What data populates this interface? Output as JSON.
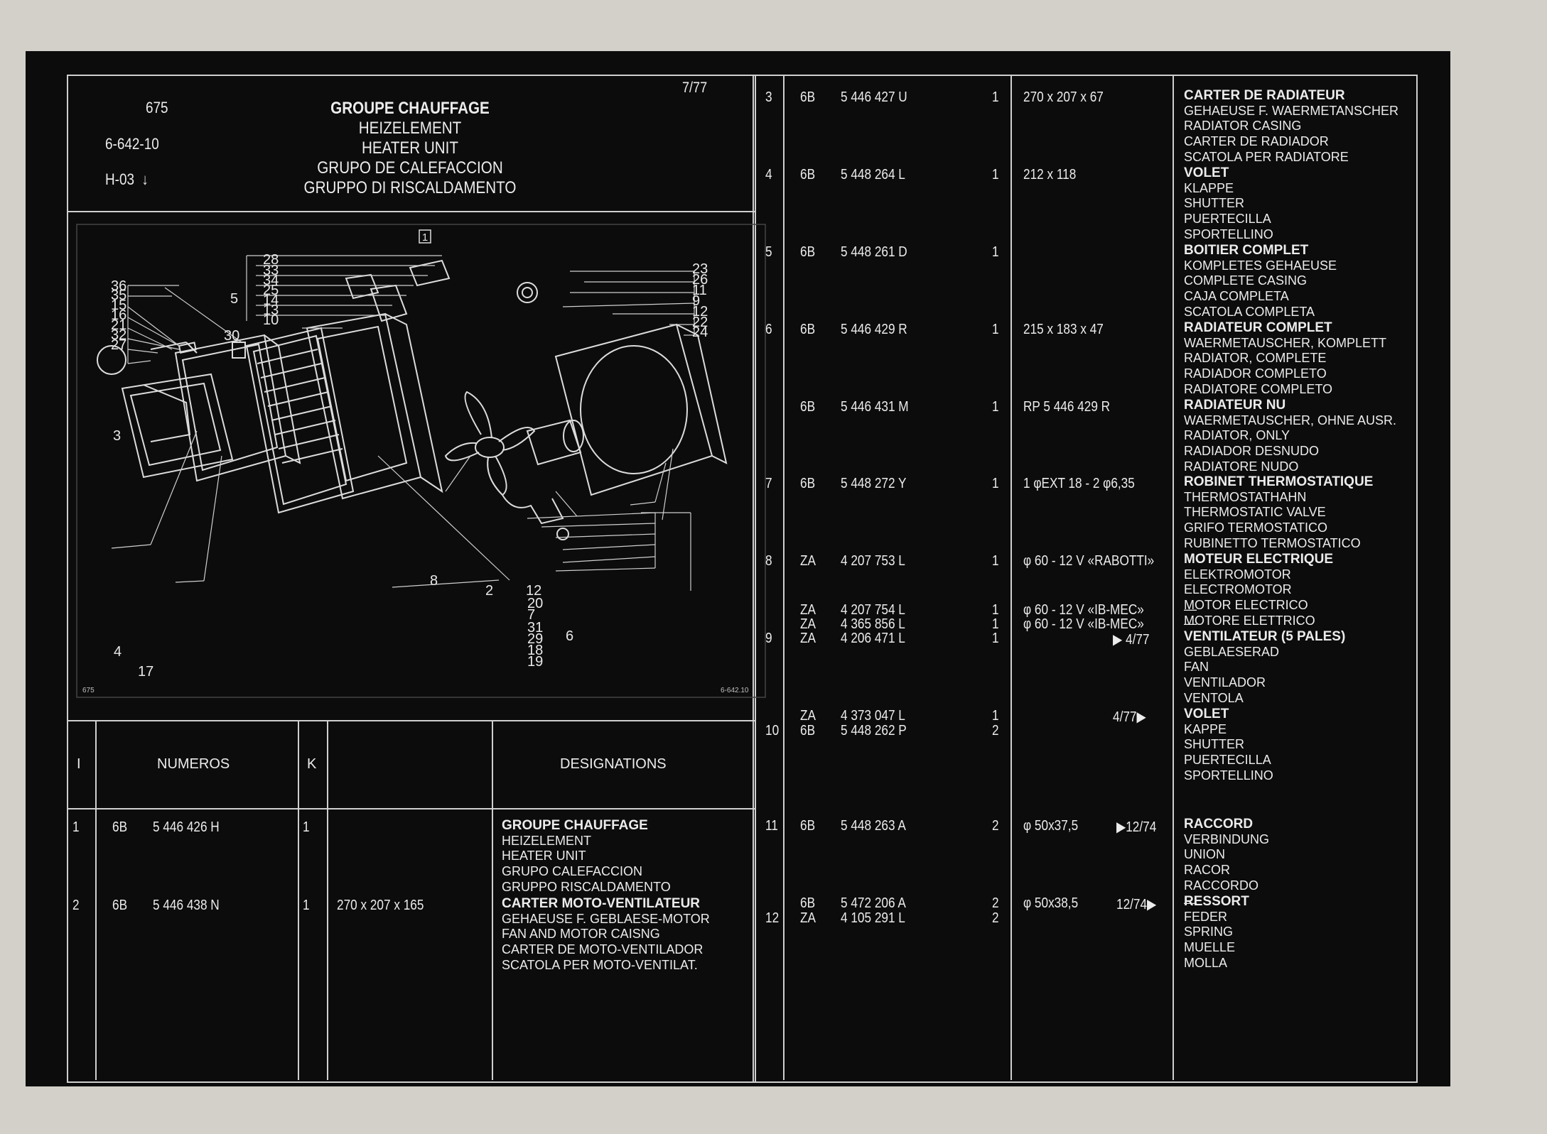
{
  "header": {
    "code": "675",
    "ref": "6-642-10",
    "page_tab": "H-03",
    "date": "7/77",
    "title_lines": [
      "GROUPE CHAUFFAGE",
      "HEIZELEMENT",
      "HEATER UNIT",
      "GRUPO DE CALEFACCION",
      "GRUPPO DI RISCALDAMENTO"
    ]
  },
  "diagram": {
    "box_label": "1",
    "corner_left": "675",
    "corner_right": "6-642.10",
    "callouts": [
      "28",
      "33",
      "34",
      "25",
      "14",
      "13",
      "10",
      "5",
      "36",
      "35",
      "15",
      "16",
      "21",
      "32",
      "27",
      "30",
      "3",
      "23",
      "26",
      "11",
      "9",
      "12",
      "22",
      "24",
      "8",
      "2",
      "12",
      "20",
      "7",
      "31",
      "29",
      "18",
      "19",
      "6",
      "4",
      "17"
    ]
  },
  "table_header": {
    "col_i": "I",
    "col_numeros": "NUMEROS",
    "col_k": "K",
    "col_designations": "DESIGNATIONS"
  },
  "rows": [
    {
      "i": "1",
      "lines": [
        {
          "code": "6B",
          "num": "5 446 426 H",
          "k": "1"
        }
      ],
      "dim": "",
      "desc": [
        "GROUPE CHAUFFAGE",
        "HEIZELEMENT",
        "HEATER UNIT",
        "GRUPO CALEFACCION",
        "GRUPPO RISCALDAMENTO"
      ]
    },
    {
      "i": "2",
      "lines": [
        {
          "code": "6B",
          "num": "5 446 438 N",
          "k": "1"
        }
      ],
      "dim": "270 x 207 x 165",
      "desc": [
        "CARTER MOTO-VENTILATEUR",
        "GEHAEUSE F. GEBLAESE-MOTOR",
        "FAN AND MOTOR CAISNG",
        "CARTER DE MOTO-VENTILADOR",
        "SCATOLA PER MOTO-VENTILAT."
      ]
    },
    {
      "i": "3",
      "lines": [
        {
          "code": "6B",
          "num": "5 446 427 U",
          "k": "1",
          "dim": "270 x 207 x 67"
        }
      ],
      "desc": [
        "CARTER DE RADIATEUR",
        "GEHAEUSE F. WAERMETANSCHER",
        "RADIATOR CASING",
        "CARTER DE RADIADOR",
        "SCATOLA PER RADIATORE"
      ]
    },
    {
      "i": "4",
      "lines": [
        {
          "code": "6B",
          "num": "5 448 264 L",
          "k": "1",
          "dim": "212 x 118"
        }
      ],
      "desc": [
        "VOLET",
        "KLAPPE",
        "SHUTTER",
        "PUERTECILLA",
        "SPORTELLINO"
      ]
    },
    {
      "i": "5",
      "lines": [
        {
          "code": "6B",
          "num": "5 448 261 D",
          "k": "1",
          "dim": ""
        }
      ],
      "desc": [
        "BOITIER COMPLET",
        "KOMPLETES GEHAEUSE",
        "COMPLETE CASING",
        "CAJA COMPLETA",
        "SCATOLA COMPLETA"
      ]
    },
    {
      "i": "6",
      "lines": [
        {
          "code": "6B",
          "num": "5 446 429 R",
          "k": "1",
          "dim": "215 x 183 x 47"
        }
      ],
      "desc": [
        "RADIATEUR COMPLET",
        "WAERMETAUSCHER, KOMPLETT",
        "RADIATOR, COMPLETE",
        "RADIADOR COMPLETO",
        "RADIATORE COMPLETO"
      ]
    },
    {
      "i": "",
      "lines": [
        {
          "code": "6B",
          "num": "5 446 431 M",
          "k": "1",
          "dim": "RP 5 446 429 R"
        }
      ],
      "desc": [
        "RADIATEUR NU",
        "WAERMETAUSCHER, OHNE AUSR.",
        "RADIATOR, ONLY",
        "RADIADOR DESNUDO",
        "RADIATORE NUDO"
      ]
    },
    {
      "i": "7",
      "lines": [
        {
          "code": "6B",
          "num": "5 448 272 Y",
          "k": "1",
          "dim": "1 φEXT 18 - 2 φ6,35"
        }
      ],
      "desc": [
        "ROBINET THERMOSTATIQUE",
        "THERMOSTATHAHN",
        "THERMOSTATIC VALVE",
        "GRIFO TERMOSTATICO",
        "RUBINETTO TERMOSTATICO"
      ]
    },
    {
      "i": "8",
      "lines": [
        {
          "code": "ZA",
          "num": "4 207 753 L",
          "k": "1",
          "dim": "φ 60 - 12 V «RABOTTI»"
        }
      ],
      "desc": [
        "MOTEUR ELECTRIQUE",
        "ELEKTROMOTOR",
        "ELECTROMOTOR",
        "MOTOR ELECTRICO",
        "MOTORE ELETTRICO"
      ]
    },
    {
      "i": "9",
      "lines": [
        {
          "code": "ZA",
          "num": "4 207 754 L",
          "k": "1",
          "dim": "φ 60 - 12 V «IB-MEC»",
          "desc": "—"
        },
        {
          "code": "ZA",
          "num": "4 365 856 L",
          "k": "1",
          "dim": "φ 60 - 12 V «IB-MEC»",
          "desc": "—"
        },
        {
          "code": "ZA",
          "num": "4 206 471 L",
          "k": "1",
          "dim": "▶ 4/77"
        }
      ],
      "desc": [
        "VENTILATEUR (5 PALES)",
        "GEBLAESERAD",
        "FAN",
        "VENTILADOR",
        "VENTOLA"
      ]
    },
    {
      "i": "10",
      "lines": [
        {
          "code": "ZA",
          "num": "4 373 047 L",
          "k": "1",
          "dim": "4/77▶"
        },
        {
          "code": "6B",
          "num": "5 448 262 P",
          "k": "2",
          "dim": ""
        }
      ],
      "desc": [
        "VOLET",
        "KAPPE",
        "SHUTTER",
        "PUERTECILLA",
        "SPORTELLINO"
      ]
    },
    {
      "i": "11",
      "lines": [
        {
          "code": "6B",
          "num": "5 448 263 A",
          "k": "2",
          "dim": "φ 50x37,5",
          "note": "▶12/74"
        }
      ],
      "desc": [
        "RACCORD",
        "VERBINDUNG",
        "UNION",
        "RACOR",
        "RACCORDO"
      ]
    },
    {
      "i": "12",
      "lines": [
        {
          "code": "6B",
          "num": "5 472 206 A",
          "k": "2",
          "dim": "φ 50x38,5",
          "note": "12/74▶",
          "desc": "—"
        },
        {
          "code": "ZA",
          "num": "4 105 291 L",
          "k": "2",
          "dim": ""
        }
      ],
      "desc": [
        "RESSORT",
        "FEDER",
        "SPRING",
        "MUELLE",
        "MOLLA"
      ]
    }
  ]
}
